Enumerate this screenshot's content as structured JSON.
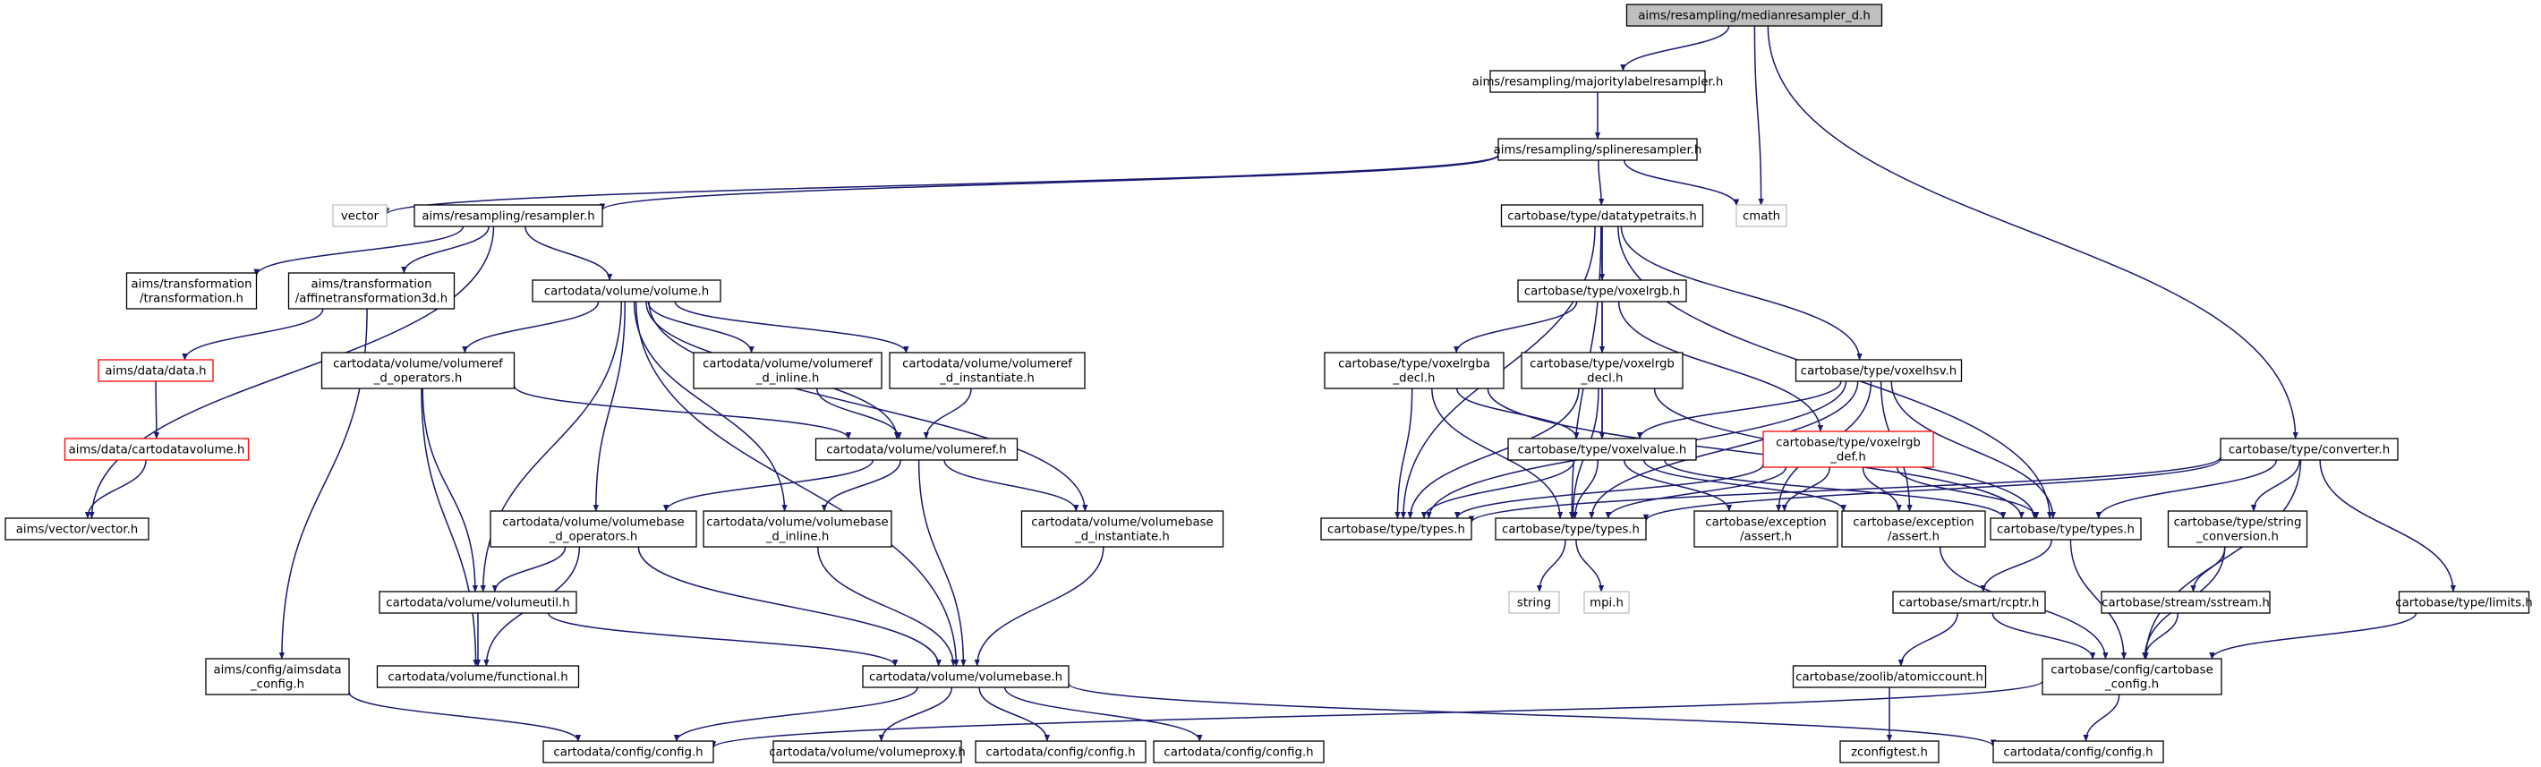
{
  "colors": {
    "edge": "#191970",
    "root_fill": "#bfbfbf",
    "missing_border": "#ff0000",
    "external_border": "#c0c0c0"
  },
  "nodes": [
    {
      "id": "root",
      "lines": [
        "aims/resampling/medianresampler_d.h"
      ],
      "style": "root"
    },
    {
      "id": "majority",
      "lines": [
        "aims/resampling/majoritylabelresampler.h"
      ]
    },
    {
      "id": "spline",
      "lines": [
        "aims/resampling/splineresampler.h"
      ]
    },
    {
      "id": "vector",
      "lines": [
        "vector"
      ],
      "style": "grey"
    },
    {
      "id": "resampler",
      "lines": [
        "aims/resampling/resampler.h"
      ]
    },
    {
      "id": "cmath",
      "lines": [
        "cmath"
      ],
      "style": "grey"
    },
    {
      "id": "transformation",
      "lines": [
        "aims/transformation",
        "/transformation.h"
      ]
    },
    {
      "id": "affine",
      "lines": [
        "aims/transformation",
        "/affinetransformation3d.h"
      ]
    },
    {
      "id": "data",
      "lines": [
        "aims/data/data.h"
      ],
      "style": "red"
    },
    {
      "id": "cartodatavolume",
      "lines": [
        "aims/data/cartodatavolume.h"
      ],
      "style": "red"
    },
    {
      "id": "aimsvector",
      "lines": [
        "aims/vector/vector.h"
      ]
    },
    {
      "id": "aimsdataconfig",
      "lines": [
        "aims/config/aimsdata",
        "_config.h"
      ]
    },
    {
      "id": "volume",
      "lines": [
        "cartodata/volume/volume.h"
      ]
    },
    {
      "id": "vref_ops",
      "lines": [
        "cartodata/volume/volumeref",
        "_d_operators.h"
      ]
    },
    {
      "id": "vref_inline",
      "lines": [
        "cartodata/volume/volumeref",
        "_d_inline.h"
      ]
    },
    {
      "id": "vref_inst",
      "lines": [
        "cartodata/volume/volumeref",
        "_d_instantiate.h"
      ]
    },
    {
      "id": "volumeref",
      "lines": [
        "cartodata/volume/volumeref.h"
      ]
    },
    {
      "id": "vbase_ops",
      "lines": [
        "cartodata/volume/volumebase",
        "_d_operators.h"
      ]
    },
    {
      "id": "vbase_inline",
      "lines": [
        "cartodata/volume/volumebase",
        "_d_inline.h"
      ]
    },
    {
      "id": "vbase_inst",
      "lines": [
        "cartodata/volume/volumebase",
        "_d_instantiate.h"
      ]
    },
    {
      "id": "volumeutil",
      "lines": [
        "cartodata/volume/volumeutil.h"
      ]
    },
    {
      "id": "functional",
      "lines": [
        "cartodata/volume/functional.h"
      ]
    },
    {
      "id": "volumebase",
      "lines": [
        "cartodata/volume/volumebase.h"
      ]
    },
    {
      "id": "cd_config1",
      "lines": [
        "cartodata/config/config.h"
      ]
    },
    {
      "id": "volumeproxy",
      "lines": [
        "cartodata/volume/volumeproxy.h"
      ]
    },
    {
      "id": "cd_config2",
      "lines": [
        "cartodata/config/config.h"
      ]
    },
    {
      "id": "cd_config3",
      "lines": [
        "cartodata/config/config.h"
      ]
    },
    {
      "id": "cd_config4",
      "lines": [
        "cartodata/config/config.h"
      ]
    },
    {
      "id": "datatypetraits",
      "lines": [
        "cartobase/type/datatypetraits.h"
      ]
    },
    {
      "id": "voxelrgb",
      "lines": [
        "cartobase/type/voxelrgb.h"
      ]
    },
    {
      "id": "voxelrgba_decl",
      "lines": [
        "cartobase/type/voxelrgba",
        "_decl.h"
      ]
    },
    {
      "id": "voxelrgb_decl",
      "lines": [
        "cartobase/type/voxelrgb",
        "_decl.h"
      ]
    },
    {
      "id": "voxelhsv",
      "lines": [
        "cartobase/type/voxelhsv.h"
      ]
    },
    {
      "id": "voxelvalue",
      "lines": [
        "cartobase/type/voxelvalue.h"
      ]
    },
    {
      "id": "voxelrgb_def",
      "lines": [
        "cartobase/type/voxelrgb",
        "_def.h"
      ],
      "style": "red"
    },
    {
      "id": "types1",
      "lines": [
        "cartobase/type/types.h"
      ]
    },
    {
      "id": "types2",
      "lines": [
        "cartobase/type/types.h"
      ]
    },
    {
      "id": "assert1",
      "lines": [
        "cartobase/exception",
        "/assert.h"
      ]
    },
    {
      "id": "assert2",
      "lines": [
        "cartobase/exception",
        "/assert.h"
      ]
    },
    {
      "id": "types3",
      "lines": [
        "cartobase/type/types.h"
      ]
    },
    {
      "id": "string",
      "lines": [
        "string"
      ],
      "style": "grey"
    },
    {
      "id": "mpi",
      "lines": [
        "mpi.h"
      ],
      "style": "grey"
    },
    {
      "id": "converter",
      "lines": [
        "cartobase/type/converter.h"
      ]
    },
    {
      "id": "string_conv",
      "lines": [
        "cartobase/type/string",
        "_conversion.h"
      ]
    },
    {
      "id": "sstream",
      "lines": [
        "cartobase/stream/sstream.h"
      ]
    },
    {
      "id": "limits",
      "lines": [
        "cartobase/type/limits.h"
      ]
    },
    {
      "id": "rcptr",
      "lines": [
        "cartobase/smart/rcptr.h"
      ]
    },
    {
      "id": "atomiccount",
      "lines": [
        "cartobase/zoolib/atomiccount.h"
      ]
    },
    {
      "id": "cartobase_config",
      "lines": [
        "cartobase/config/cartobase",
        "_config.h"
      ]
    },
    {
      "id": "zconfigtest",
      "lines": [
        "zconfigtest.h"
      ]
    }
  ],
  "edges": [
    [
      "root",
      "majority"
    ],
    [
      "root",
      "cmath"
    ],
    [
      "root",
      "converter"
    ],
    [
      "majority",
      "spline"
    ],
    [
      "spline",
      "vector"
    ],
    [
      "spline",
      "resampler"
    ],
    [
      "spline",
      "cmath"
    ],
    [
      "spline",
      "datatypetraits"
    ],
    [
      "resampler",
      "transformation"
    ],
    [
      "resampler",
      "affine"
    ],
    [
      "resampler",
      "volume"
    ],
    [
      "resampler",
      "aimsvector"
    ],
    [
      "affine",
      "data"
    ],
    [
      "affine",
      "aimsdataconfig"
    ],
    [
      "data",
      "cartodatavolume"
    ],
    [
      "cartodatavolume",
      "aimsvector"
    ],
    [
      "aimsdataconfig",
      "cd_config1"
    ],
    [
      "volume",
      "vref_ops"
    ],
    [
      "volume",
      "vref_inline"
    ],
    [
      "volume",
      "vref_inst"
    ],
    [
      "volume",
      "volumeref"
    ],
    [
      "volume",
      "vbase_ops"
    ],
    [
      "volume",
      "vbase_inline"
    ],
    [
      "volume",
      "vbase_inst"
    ],
    [
      "volume",
      "volumeutil"
    ],
    [
      "volume",
      "volumebase"
    ],
    [
      "vref_ops",
      "volumeref"
    ],
    [
      "vref_ops",
      "volumeutil"
    ],
    [
      "vref_ops",
      "functional"
    ],
    [
      "vref_inline",
      "volumeref"
    ],
    [
      "vref_inst",
      "volumeref"
    ],
    [
      "volumeref",
      "vbase_ops"
    ],
    [
      "volumeref",
      "vbase_inline"
    ],
    [
      "volumeref",
      "vbase_inst"
    ],
    [
      "volumeref",
      "volumebase"
    ],
    [
      "vbase_ops",
      "volumeutil"
    ],
    [
      "vbase_ops",
      "functional"
    ],
    [
      "vbase_ops",
      "volumebase"
    ],
    [
      "vbase_inline",
      "volumebase"
    ],
    [
      "vbase_inst",
      "volumebase"
    ],
    [
      "volumeutil",
      "functional"
    ],
    [
      "volumeutil",
      "volumebase"
    ],
    [
      "volumebase",
      "cd_config1"
    ],
    [
      "volumebase",
      "volumeproxy"
    ],
    [
      "volumebase",
      "cd_config2"
    ],
    [
      "volumebase",
      "cd_config3"
    ],
    [
      "volumebase",
      "cd_config4"
    ],
    [
      "datatypetraits",
      "voxelrgb"
    ],
    [
      "datatypetraits",
      "voxelhsv"
    ],
    [
      "datatypetraits",
      "voxelvalue"
    ],
    [
      "datatypetraits",
      "types1"
    ],
    [
      "datatypetraits",
      "types2"
    ],
    [
      "datatypetraits",
      "types3"
    ],
    [
      "voxelrgb",
      "voxelrgba_decl"
    ],
    [
      "voxelrgb",
      "voxelrgb_decl"
    ],
    [
      "voxelrgb",
      "voxelrgb_def"
    ],
    [
      "voxelrgba_decl",
      "voxelvalue"
    ],
    [
      "voxelrgba_decl",
      "types1"
    ],
    [
      "voxelrgba_decl",
      "types2"
    ],
    [
      "voxelrgba_decl",
      "types3"
    ],
    [
      "voxelrgb_decl",
      "voxelvalue"
    ],
    [
      "voxelrgb_decl",
      "types1"
    ],
    [
      "voxelrgb_decl",
      "types2"
    ],
    [
      "voxelrgb_decl",
      "types3"
    ],
    [
      "voxelhsv",
      "voxelvalue"
    ],
    [
      "voxelhsv",
      "types1"
    ],
    [
      "voxelhsv",
      "types2"
    ],
    [
      "voxelhsv",
      "assert1"
    ],
    [
      "voxelhsv",
      "assert2"
    ],
    [
      "voxelhsv",
      "types3"
    ],
    [
      "voxelvalue",
      "types1"
    ],
    [
      "voxelvalue",
      "types2"
    ],
    [
      "voxelvalue",
      "assert1"
    ],
    [
      "voxelvalue",
      "assert2"
    ],
    [
      "voxelvalue",
      "types3"
    ],
    [
      "voxelrgb_def",
      "types1"
    ],
    [
      "voxelrgb_def",
      "types2"
    ],
    [
      "voxelrgb_def",
      "assert1"
    ],
    [
      "voxelrgb_def",
      "assert2"
    ],
    [
      "voxelrgb_def",
      "types3"
    ],
    [
      "types2",
      "string"
    ],
    [
      "types2",
      "mpi"
    ],
    [
      "assert2",
      "cartobase_config"
    ],
    [
      "types3",
      "rcptr"
    ],
    [
      "types3",
      "cartobase_config"
    ],
    [
      "rcptr",
      "atomiccount"
    ],
    [
      "rcptr",
      "cartobase_config"
    ],
    [
      "atomiccount",
      "zconfigtest"
    ],
    [
      "converter",
      "types1"
    ],
    [
      "converter",
      "types2"
    ],
    [
      "converter",
      "types3"
    ],
    [
      "converter",
      "string_conv"
    ],
    [
      "converter",
      "limits"
    ],
    [
      "converter",
      "cartobase_config"
    ],
    [
      "string_conv",
      "sstream"
    ],
    [
      "string_conv",
      "cartobase_config"
    ],
    [
      "sstream",
      "cartobase_config"
    ],
    [
      "limits",
      "cartobase_config"
    ],
    [
      "cartobase_config",
      "cd_config4"
    ],
    [
      "cartobase_config",
      "cd_config1"
    ]
  ]
}
